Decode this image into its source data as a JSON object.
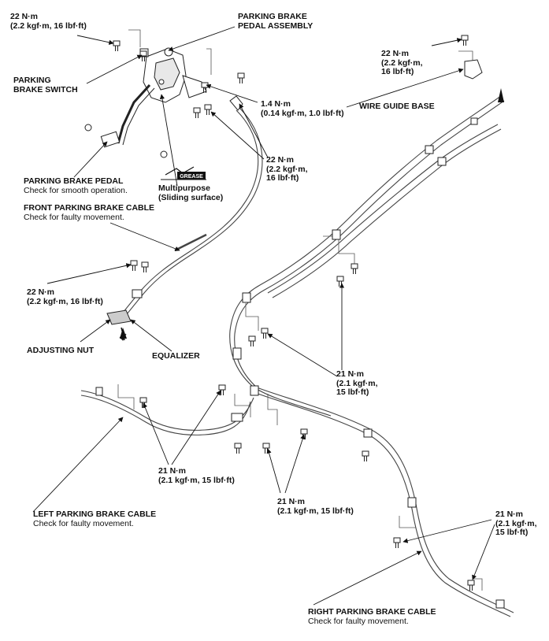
{
  "labels": {
    "torque_top_left": [
      "22 N·m",
      "(2.2 kgf·m, 16 lbf·ft)"
    ],
    "pedal_assembly": [
      "PARKING BRAKE",
      "PEDAL ASSEMBLY"
    ],
    "torque_top_right": [
      "22 N·m",
      "(2.2 kgf·m,",
      "16 lbf·ft)"
    ],
    "parking_brake_switch": [
      "PARKING",
      "BRAKE SWITCH"
    ],
    "torque_wire_guide": [
      "1.4 N·m",
      "(0.14 kgf·m, 1.0 lbf·ft)"
    ],
    "wire_guide_base": "WIRE GUIDE BASE",
    "torque_center_upper": [
      "22 N·m",
      "(2.2 kgf·m,",
      "16 lbf·ft)"
    ],
    "parking_brake_pedal": {
      "title": "PARKING BRAKE PEDAL",
      "note": "Check for smooth operation."
    },
    "grease_tag": "GREASE",
    "multipurpose": [
      "Multipurpose",
      "(Sliding surface)"
    ],
    "front_cable": {
      "title": "FRONT PARKING BRAKE CABLE",
      "note": "Check for faulty movement."
    },
    "torque_equalizer": [
      "22 N·m",
      "(2.2 kgf·m, 16 lbf·ft)"
    ],
    "adjusting_nut": "ADJUSTING NUT",
    "equalizer": "EQUALIZER",
    "torque_mid_right": [
      "21 N·m",
      "(2.1 kgf·m,",
      "15 lbf·ft)"
    ],
    "torque_left_lower": [
      "21 N·m",
      "(2.1 kgf·m, 15 lbf·ft)"
    ],
    "torque_center_lower": [
      "21 N·m",
      "(2.1 kgf·m, 15 lbf·ft)"
    ],
    "torque_right_lower": [
      "21 N·m",
      "(2.1 kgf·m,",
      "15 lbf·ft)"
    ],
    "left_cable": {
      "title": "LEFT PARKING BRAKE CABLE",
      "note": "Check for faulty movement."
    },
    "right_cable": {
      "title": "RIGHT PARKING BRAKE CABLE",
      "note": "Check for faulty movement."
    }
  }
}
